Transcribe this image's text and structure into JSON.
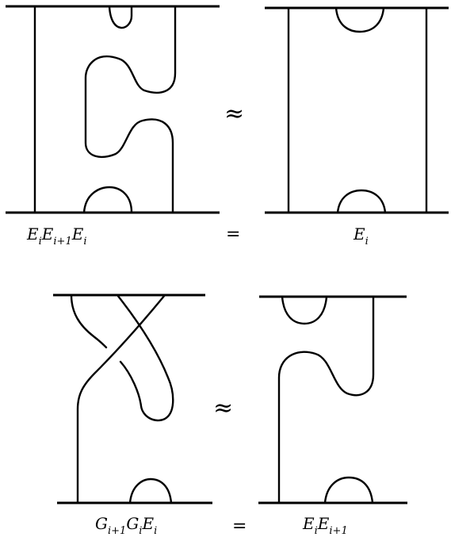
{
  "top_row": {
    "left_label": {
      "base": "E",
      "parts": [
        {
          "sym": "E",
          "sub": "i"
        },
        {
          "sym": "E",
          "sub": "i+1"
        },
        {
          "sym": "E",
          "sub": "i"
        }
      ]
    },
    "relation": "≈",
    "equals": "=",
    "right_label": {
      "parts": [
        {
          "sym": "E",
          "sub": "i"
        }
      ]
    }
  },
  "bottom_row": {
    "left_label": {
      "parts": [
        {
          "sym": "G",
          "sub": "i+1"
        },
        {
          "sym": "G",
          "sub": "i"
        },
        {
          "sym": "E",
          "sub": "i"
        }
      ]
    },
    "relation": "≈",
    "equals": "=",
    "right_label": {
      "parts": [
        {
          "sym": "E",
          "sub": "i"
        },
        {
          "sym": "E",
          "sub": "i+1"
        }
      ]
    }
  }
}
